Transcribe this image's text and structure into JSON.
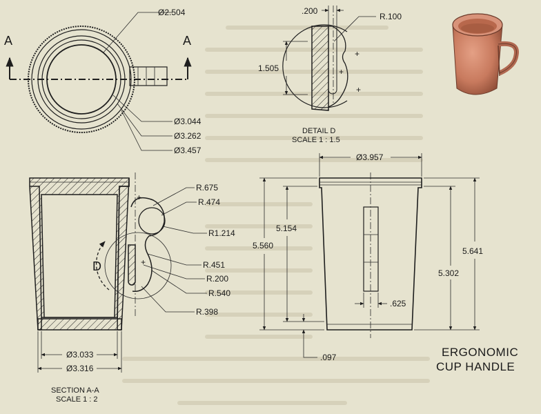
{
  "title": {
    "line1": "ERGONOMIC",
    "line2": "CUP HANDLE"
  },
  "section_aa": {
    "line1": "SECTION A-A",
    "line2": "SCALE 1 : 2"
  },
  "detail_d": {
    "line1": "DETAIL D",
    "line2": "SCALE 1 : 1.5"
  },
  "section_marker": "A",
  "detail_marker": "D",
  "plus_mark": "+",
  "top_view_dims": [
    "Ø2.504",
    "Ø3.044",
    "Ø3.262",
    "Ø3.457"
  ],
  "detail_dims": {
    "width": ".200",
    "radius": "R.100",
    "height": "1.505"
  },
  "section_dims": {
    "r675": "R.675",
    "r474": "R.474",
    "r1214": "R1.214",
    "r451": "R.451",
    "r200": "R.200",
    "r540": "R.540",
    "r398": "R.398",
    "height": "5.560",
    "inner_height": "5.154",
    "bottom_inner": "Ø3.033",
    "bottom_outer": "Ø3.316"
  },
  "side_view_dims": {
    "top_dia": "Ø3.957",
    "height": "5.641",
    "body_height": "5.302",
    "handle_width": ".625",
    "base": ".097"
  },
  "colors": {
    "paper": "#e6e3cf",
    "ink": "#1e1e1e",
    "cup_render": "#c87a5e"
  }
}
